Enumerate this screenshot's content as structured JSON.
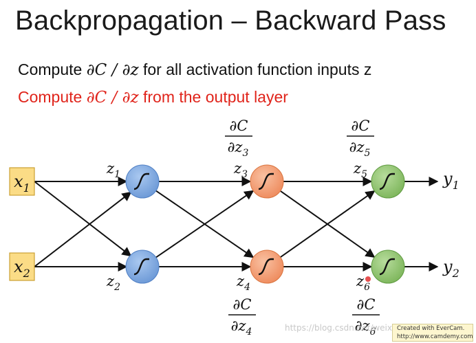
{
  "slide": {
    "title": "Backpropagation – Backward Pass",
    "line1_pre": "Compute ",
    "line1_math": "∂C / ∂z",
    "line1_post": " for all activation function inputs z",
    "line2_pre": "Compute ",
    "line2_math": "∂C / ∂z",
    "line2_post": " from the output layer"
  },
  "network": {
    "inputs": [
      {
        "base": "x",
        "sub": "1"
      },
      {
        "base": "x",
        "sub": "2"
      }
    ],
    "z_labels": [
      {
        "base": "z",
        "sub": "1"
      },
      {
        "base": "z",
        "sub": "2"
      },
      {
        "base": "z",
        "sub": "3"
      },
      {
        "base": "z",
        "sub": "4"
      },
      {
        "base": "z",
        "sub": "5"
      },
      {
        "base": "z",
        "sub": "6"
      }
    ],
    "outputs": [
      {
        "base": "y",
        "sub": "1"
      },
      {
        "base": "y",
        "sub": "2"
      }
    ],
    "gradients": [
      {
        "num": "∂C",
        "den_base": "∂z",
        "den_sub": "3"
      },
      {
        "num": "∂C",
        "den_base": "∂z",
        "den_sub": "5"
      },
      {
        "num": "∂C",
        "den_base": "∂z",
        "den_sub": "4"
      },
      {
        "num": "∂C",
        "den_base": "∂z",
        "den_sub": "6"
      }
    ],
    "colors": {
      "input_fill": "#fbdc86",
      "input_stroke": "#caa032",
      "layer1": "#7fa9e0",
      "layer2": "#f39e74",
      "layer3": "#93c472",
      "edge": "#111111"
    }
  },
  "footer": {
    "watermark": "https://blog.csdn.net/weixin_...",
    "evercam_line1": "Created with EverCam.",
    "evercam_line2": "http://www.camdemy.com"
  }
}
